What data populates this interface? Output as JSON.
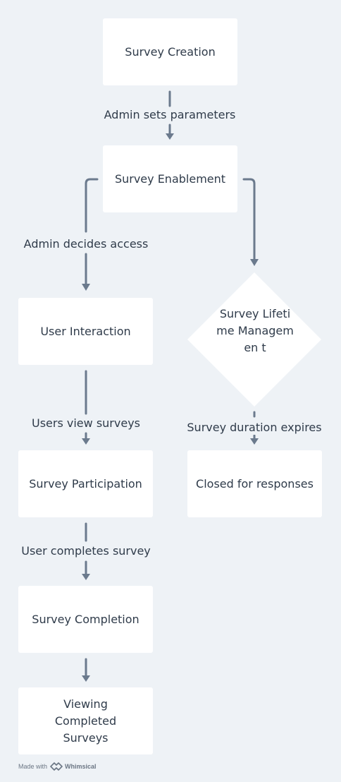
{
  "nodes": {
    "survey_creation": "Survey Creation",
    "survey_enablement": "Survey Enablement",
    "user_interaction": "User Interaction",
    "survey_lifetime_management": "Survey Lifetime Managemen t",
    "survey_participation": "Survey Participation",
    "closed_for_responses": "Closed for responses",
    "survey_completion": "Survey Completion",
    "viewing_completed_surveys": "Viewing Completed Surveys"
  },
  "edges": {
    "admin_sets_parameters": "Admin sets parameters",
    "admin_decides_access": "Admin decides access",
    "users_view_surveys": "Users view surveys",
    "survey_duration_expires": "Survey duration expires",
    "user_completes_survey": "User completes survey"
  },
  "footer": {
    "made_with": "Made with",
    "brand": "Whimsical"
  },
  "colors": {
    "background": "#eef2f6",
    "node_fill": "#ffffff",
    "connector": "#6b7a8d",
    "text": "#2f3b4a"
  }
}
